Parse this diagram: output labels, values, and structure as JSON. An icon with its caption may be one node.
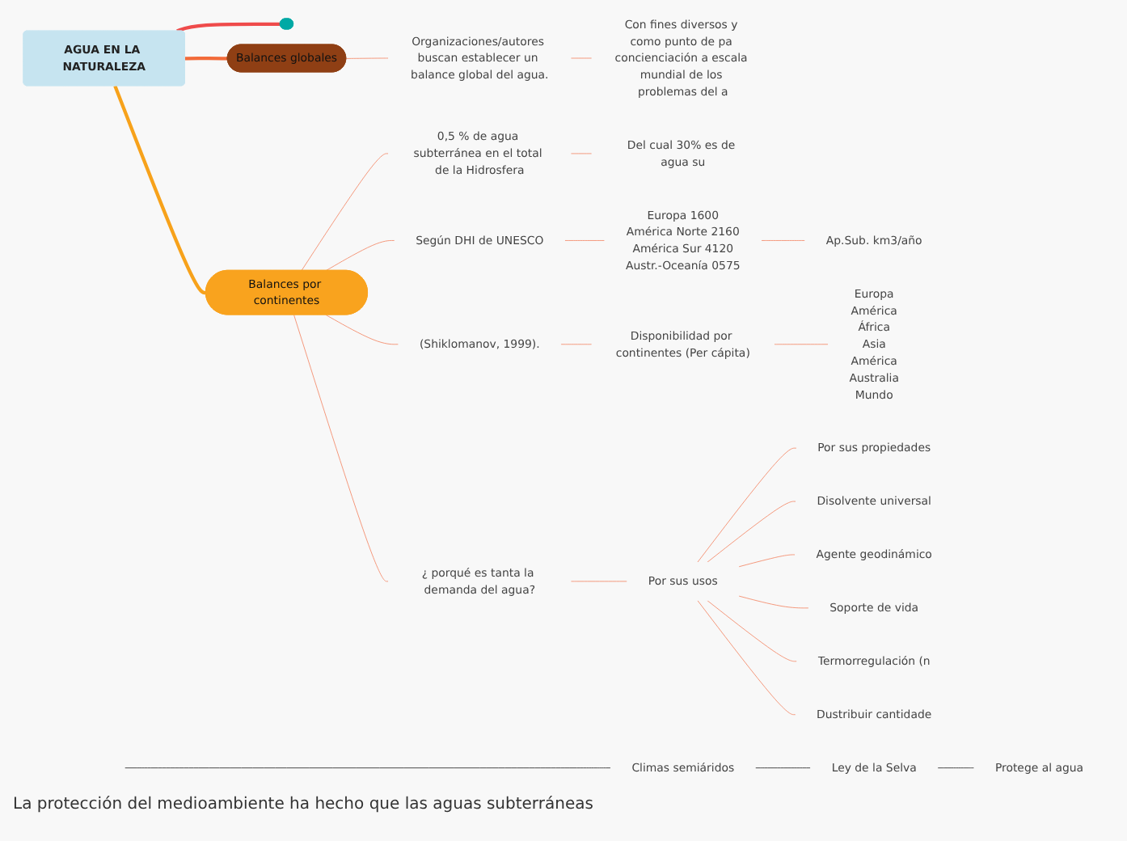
{
  "diagram": {
    "nodes": [
      {
        "text": [
          "AGUA EN LA NATURALEZA"
        ]
      },
      {
        "text": [],
        "shape": "pill"
      },
      {
        "text": [
          "Balances globales"
        ]
      },
      {
        "text": [
          "Organizaciones/autores buscan establecer un balance global del agua."
        ]
      },
      {
        "text": [
          "Con fines diversos y como punto de pa concienciación a escala mundial de los problemas del a"
        ]
      },
      {
        "text": [
          "Balances por continentes"
        ]
      },
      {
        "text": [
          "0,5 % de agua subterránea en el total de la Hidrosfera"
        ]
      },
      {
        "text": [
          "Del cual 30% es de agua su"
        ]
      },
      {
        "text": [
          "Según DHI de UNESCO"
        ]
      },
      {
        "text": [
          "Europa 1600",
          "América Norte 2160",
          "América Sur  4120",
          "Austr.-Oceanía 0575"
        ]
      },
      {
        "text": [
          "Ap.Sub. km3/año"
        ]
      },
      {
        "text": [
          "(Shiklomanov, 1999)."
        ]
      },
      {
        "text": [
          "Disponibilidad por continentes (Per cápita)"
        ]
      },
      {
        "text": [
          "Europa",
          "América",
          "África",
          "Asia",
          "América",
          "Australia",
          "Mundo"
        ]
      },
      {
        "text": [
          "¿ porqué es tanta la demanda del agua?"
        ]
      },
      {
        "text": [
          "Por sus usos"
        ]
      },
      {
        "text": [
          "Por sus propiedades"
        ]
      },
      {
        "text": [
          "Disolvente universal"
        ]
      },
      {
        "text": [
          "Agente geodinámico"
        ]
      },
      {
        "text": [
          "Soporte de vida"
        ]
      },
      {
        "text": [
          "Termorregulación (n"
        ]
      },
      {
        "text": [
          "Dustribuir cantidade"
        ]
      },
      {
        "text": [
          "Climas semiáridos"
        ]
      },
      {
        "text": [
          "Ley de la Selva"
        ]
      },
      {
        "text": [
          "Protege al agua"
        ]
      }
    ],
    "edges": [
      {
        "from": 0,
        "to": 1,
        "arrow": "none",
        "color": "#ef4b4b",
        "style": "thick"
      },
      {
        "from": 0,
        "to": 2,
        "arrow": "none",
        "color": "#f26b3a",
        "style": "thick"
      },
      {
        "from": 2,
        "to": 3,
        "arrow": "none"
      },
      {
        "from": 3,
        "to": 4,
        "arrow": "none"
      },
      {
        "from": 0,
        "to": 5,
        "arrow": "none",
        "color": "#f7a21b",
        "style": "thick"
      },
      {
        "from": 5,
        "to": 6,
        "arrow": "none"
      },
      {
        "from": 6,
        "to": 7,
        "arrow": "none"
      },
      {
        "from": 5,
        "to": 8,
        "arrow": "none"
      },
      {
        "from": 8,
        "to": 9,
        "arrow": "none"
      },
      {
        "from": 9,
        "to": 10,
        "arrow": "none"
      },
      {
        "from": 5,
        "to": 11,
        "arrow": "none"
      },
      {
        "from": 11,
        "to": 12,
        "arrow": "none"
      },
      {
        "from": 12,
        "to": 13,
        "arrow": "none"
      },
      {
        "from": 5,
        "to": 14,
        "arrow": "none"
      },
      {
        "from": 14,
        "to": 15,
        "arrow": "none"
      },
      {
        "from": 15,
        "to": 16,
        "arrow": "none"
      },
      {
        "from": 15,
        "to": 17,
        "arrow": "none"
      },
      {
        "from": 15,
        "to": 18,
        "arrow": "none"
      },
      {
        "from": 15,
        "to": 19,
        "arrow": "none"
      },
      {
        "from": 15,
        "to": 20,
        "arrow": "none"
      },
      {
        "from": 15,
        "to": 21,
        "arrow": "none"
      },
      {
        "from": null,
        "to": 22,
        "arrow": "none",
        "color": "#333333"
      },
      {
        "from": 22,
        "to": 23,
        "arrow": "none",
        "color": "#333333"
      },
      {
        "from": 23,
        "to": 24,
        "arrow": "none",
        "color": "#333333"
      }
    ],
    "labels": [
      "La protección del medioambiente ha hecho que las aguas subterráneas"
    ]
  }
}
